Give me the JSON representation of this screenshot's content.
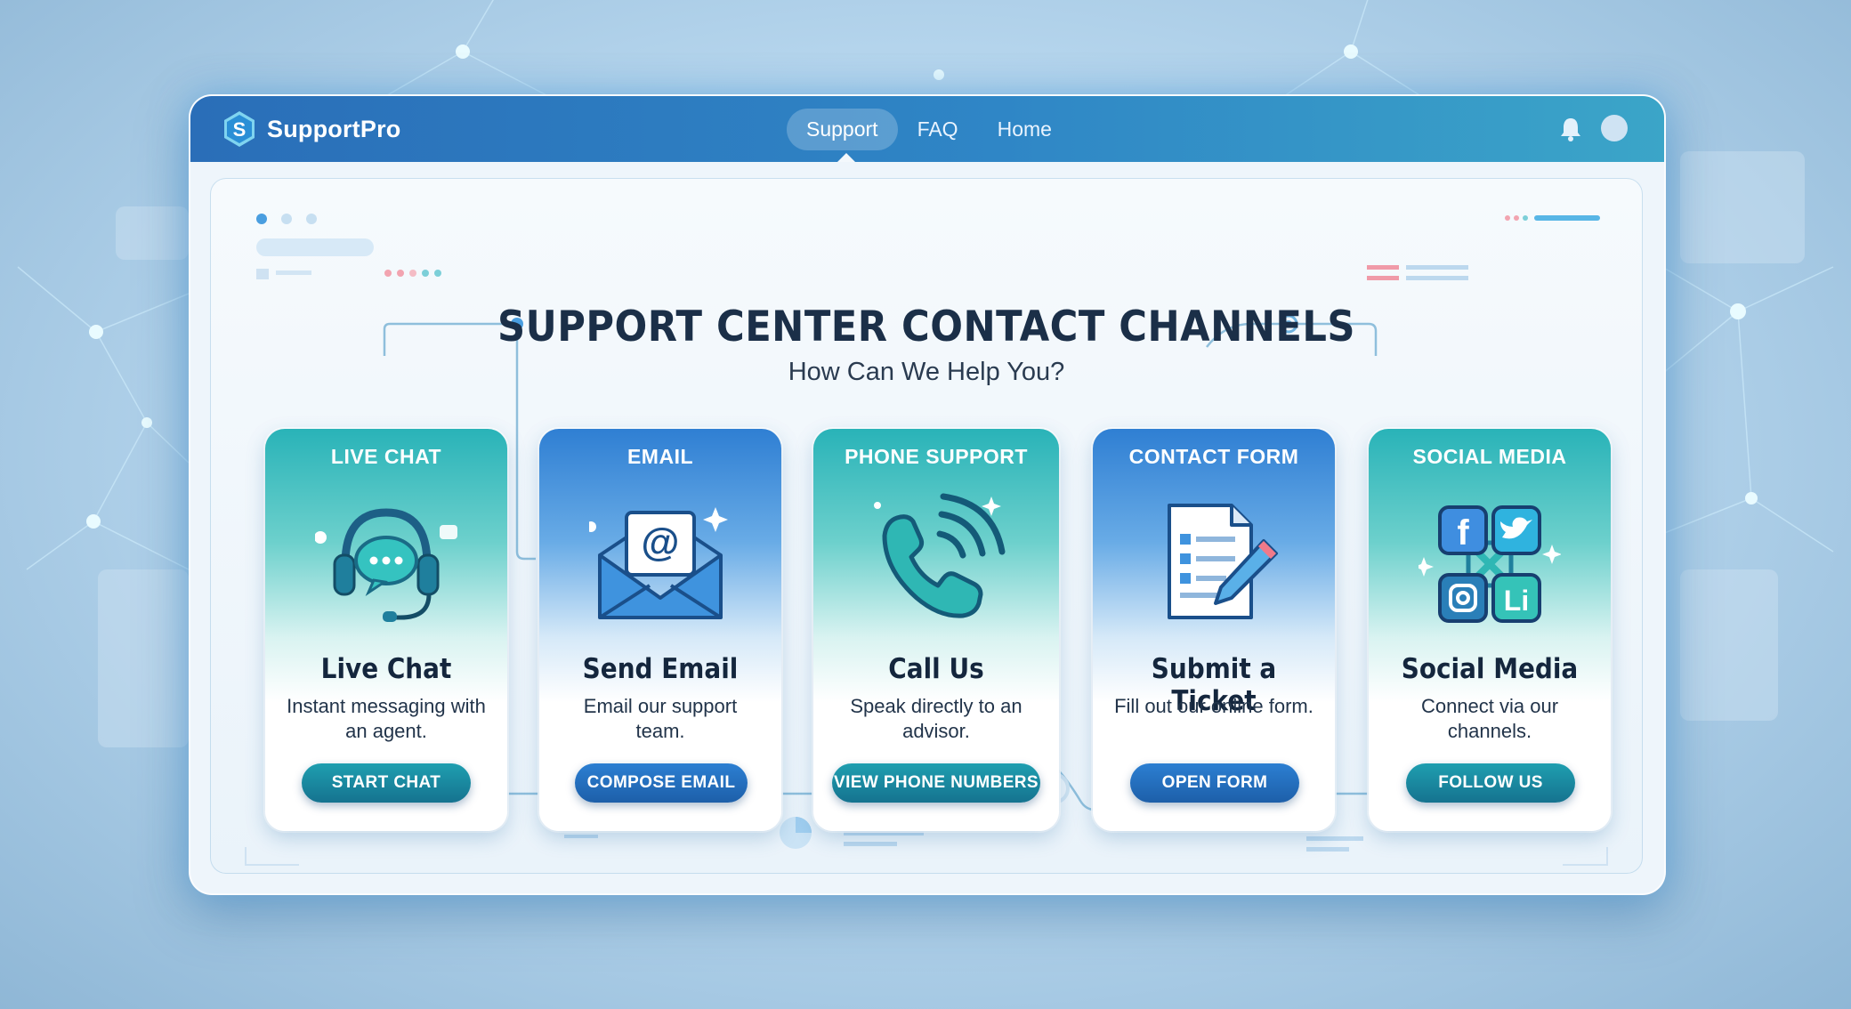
{
  "app": {
    "name": "SupportPro",
    "logo_letter": "S"
  },
  "nav": {
    "tabs": [
      {
        "label": "Support",
        "active": true
      },
      {
        "label": "FAQ",
        "active": false
      },
      {
        "label": "Home",
        "active": false
      }
    ]
  },
  "header_icons": [
    "bell-icon",
    "avatar"
  ],
  "page": {
    "title": "SUPPORT CENTER CONTACT CHANNELS",
    "subtitle": "How Can We Help You?"
  },
  "cards": [
    {
      "header": "LIVE CHAT",
      "name": "Live Chat",
      "description": "Instant messaging with an agent.",
      "button": "START CHAT",
      "icon": "headset-chat-icon",
      "theme": "teal"
    },
    {
      "header": "EMAIL",
      "name": "Send Email",
      "description": "Email our support team.",
      "button": "COMPOSE EMAIL",
      "icon": "envelope-icon",
      "theme": "blue"
    },
    {
      "header": "PHONE SUPPORT",
      "name": "Call Us",
      "description": "Speak directly to an advisor.",
      "button": "VIEW PHONE NUMBERS",
      "icon": "phone-icon",
      "theme": "teal"
    },
    {
      "header": "CONTACT FORM",
      "name": "Submit a Ticket",
      "description": "Fill out our online form.",
      "button": "OPEN FORM",
      "icon": "form-pencil-icon",
      "theme": "blue"
    },
    {
      "header": "SOCIAL MEDIA",
      "name": "Social Media",
      "description": "Connect via our channels.",
      "button": "FOLLOW US",
      "icon": "social-network-icon",
      "theme": "teal"
    }
  ],
  "social_tiles": {
    "facebook": "f",
    "linkedin": "Li"
  },
  "colors": {
    "topbar_start": "#2a6eb8",
    "topbar_end": "#3ba5c8",
    "teal": "#1f9fb0",
    "blue": "#2c7fd2",
    "title_text": "#1b2f48"
  }
}
